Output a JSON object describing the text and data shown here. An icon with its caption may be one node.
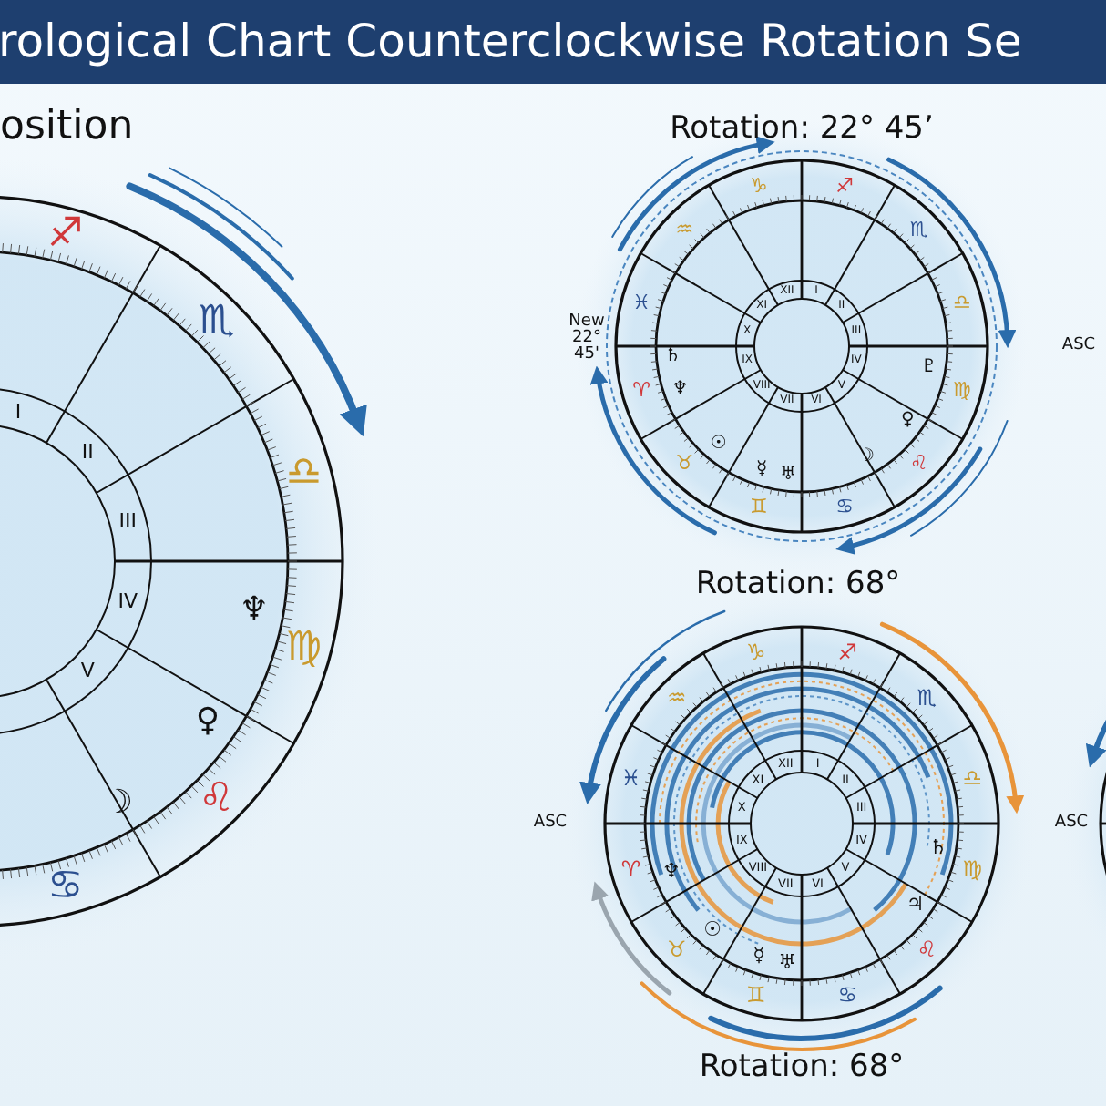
{
  "diagram": {
    "title": "rological Chart Counterclockwise Rotation Se",
    "labels": [
      "osition",
      "Rotation: 22° 45’",
      "New 22° 45'",
      "ASC",
      "Rotation: 68°",
      "ASC",
      "ASC",
      "Rotation: 68°",
      "I",
      "II",
      "III",
      "IV",
      "V",
      "♐",
      "♏",
      "♎",
      "♍",
      "♌",
      "♋",
      "♆",
      "♀",
      "☽",
      "I",
      "II",
      "III",
      "IV",
      "V",
      "VI",
      "VII",
      "VIII",
      "IX",
      "X",
      "XI",
      "XII",
      "♐",
      "♏",
      "♎",
      "♍",
      "♌",
      "♋",
      "♊",
      "♉",
      "♈",
      "♓",
      "♒",
      "♑",
      "♇",
      "♀",
      "☽",
      "♅",
      "☿",
      "☉",
      "♆",
      "♄",
      "I",
      "II",
      "III",
      "IV",
      "V",
      "VI",
      "VII",
      "VIII",
      "IX",
      "X",
      "XI",
      "XII",
      "♐",
      "♏",
      "♎",
      "♍",
      "♌",
      "♋",
      "♊",
      "♉",
      "♈",
      "♓",
      "♒",
      "♑",
      "♄",
      "♃",
      "♅",
      "☿",
      "☉",
      "♆"
    ]
  }
}
